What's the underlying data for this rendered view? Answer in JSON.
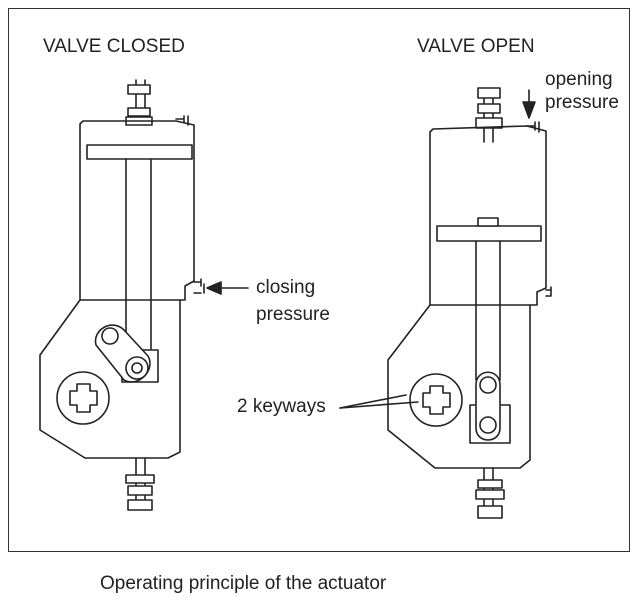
{
  "labels": {
    "valve_closed": "VALVE CLOSED",
    "valve_open": "VALVE OPEN",
    "opening_pressure_line1": "opening",
    "opening_pressure_line2": "pressure",
    "closing_pressure_line1": "closing",
    "closing_pressure_line2": "pressure",
    "keyways": "2 keyways"
  },
  "caption": "Operating principle of the actuator",
  "colors": {
    "line": "#222222",
    "background": "#ffffff"
  }
}
